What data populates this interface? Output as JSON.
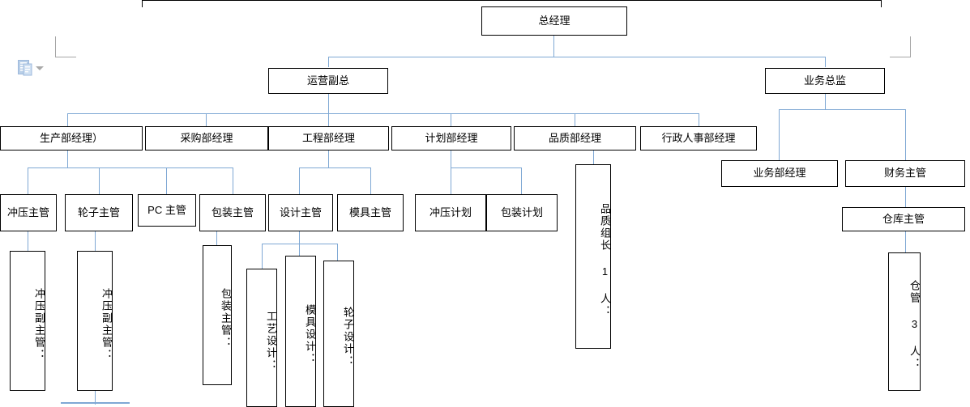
{
  "document": {
    "type": "organization-chart",
    "language": "zh-CN"
  },
  "nodes": {
    "general_manager": "总经理",
    "vp_operations": "运营副总",
    "business_director": "业务总监",
    "production_manager": "生产部经理）",
    "purchasing_manager": "采购部经理",
    "engineering_manager": "工程部经理",
    "planning_manager": "计划部经理",
    "quality_manager": "品质部经理",
    "hr_admin_manager": "行政人事部经理",
    "sales_manager": "业务部经理",
    "finance_supervisor": "财务主管",
    "warehouse_supervisor": "仓库主管",
    "stamping_supervisor": "冲压主管",
    "wheel_supervisor": "轮子主管",
    "pc_supervisor": "PC 主管",
    "packaging_supervisor": "包装主管",
    "design_supervisor": "设计主管",
    "mold_supervisor": "模具主管",
    "stamping_plan": "冲压计划",
    "packaging_plan": "包装计划",
    "quality_leader": "品质组长 1 人：",
    "stamping_deputy_1": "冲压副主管：",
    "stamping_deputy_2": "冲压副主管：",
    "packaging_supervisor_v": "包装主管：",
    "process_design": "工艺设计：",
    "mold_design": "模具设计：",
    "wheel_design": "轮子设计：",
    "warehouse_keeper": "仓管 3 人："
  },
  "icons": {
    "paste_options": "paste-options-icon",
    "paste_dropdown": "chevron-down-icon"
  },
  "colors": {
    "connector": "#7FA8D4",
    "box_border": "#000000",
    "text": "#000000",
    "margin_mark": "#a6a6a6",
    "paste_icon": "#9DB9DC",
    "background": "#ffffff"
  }
}
